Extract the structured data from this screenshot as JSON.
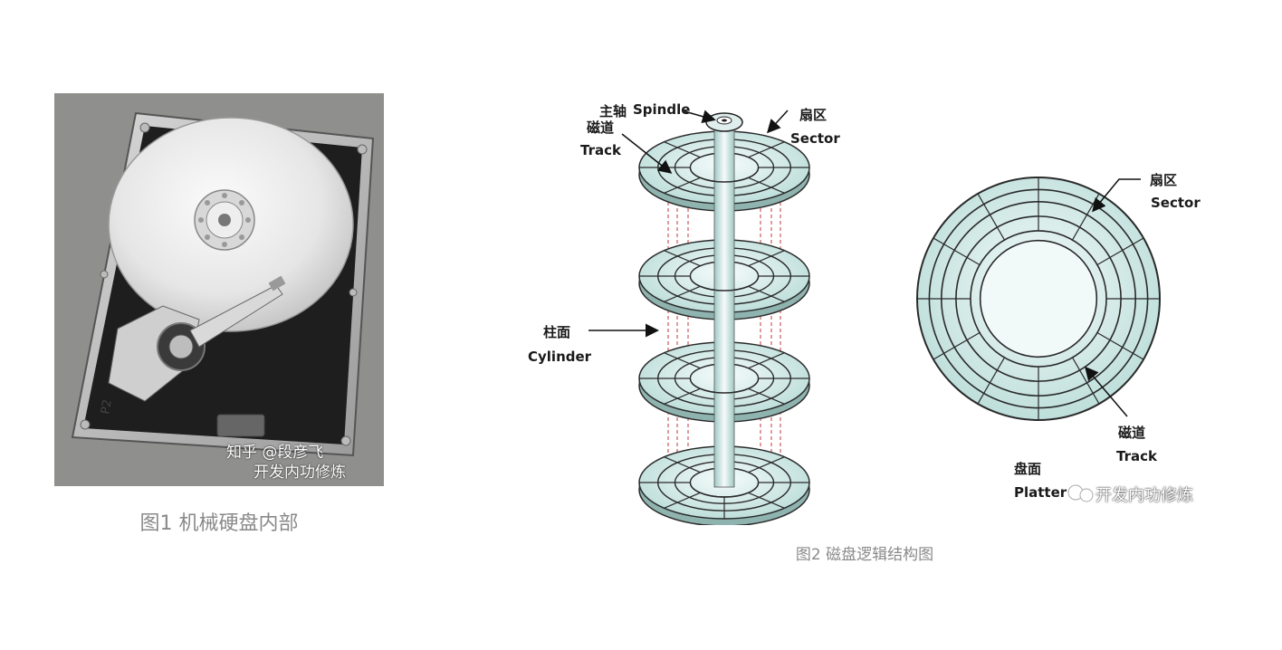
{
  "figure1": {
    "caption": "图1 机械硬盘内部",
    "watermark_line1": "知乎 @段彦飞",
    "watermark_line2": "开发内功修炼",
    "drive_label": "P2"
  },
  "figure2": {
    "caption": "图2 磁盘逻辑结构图",
    "labels": {
      "spindle_cn": "主轴",
      "spindle_en": "Spindle",
      "track_cn_left": "磁道",
      "track_en_left": "Track",
      "sector_cn_top": "扇区",
      "sector_en_top": "Sector",
      "cylinder_cn": "柱面",
      "cylinder_en": "Cylinder",
      "sector_cn_right": "扇区",
      "sector_en_right": "Sector",
      "track_cn_right": "磁道",
      "track_en_right": "Track",
      "platter_cn": "盘面",
      "platter_en": "Platter"
    },
    "watermark": "开发内功修炼"
  },
  "colors": {
    "platter_fill": "#cfe7e4",
    "platter_stroke": "#2a2a2a",
    "caption_gray": "#8a8a8a",
    "cylinder_dash": "#c0393b"
  }
}
